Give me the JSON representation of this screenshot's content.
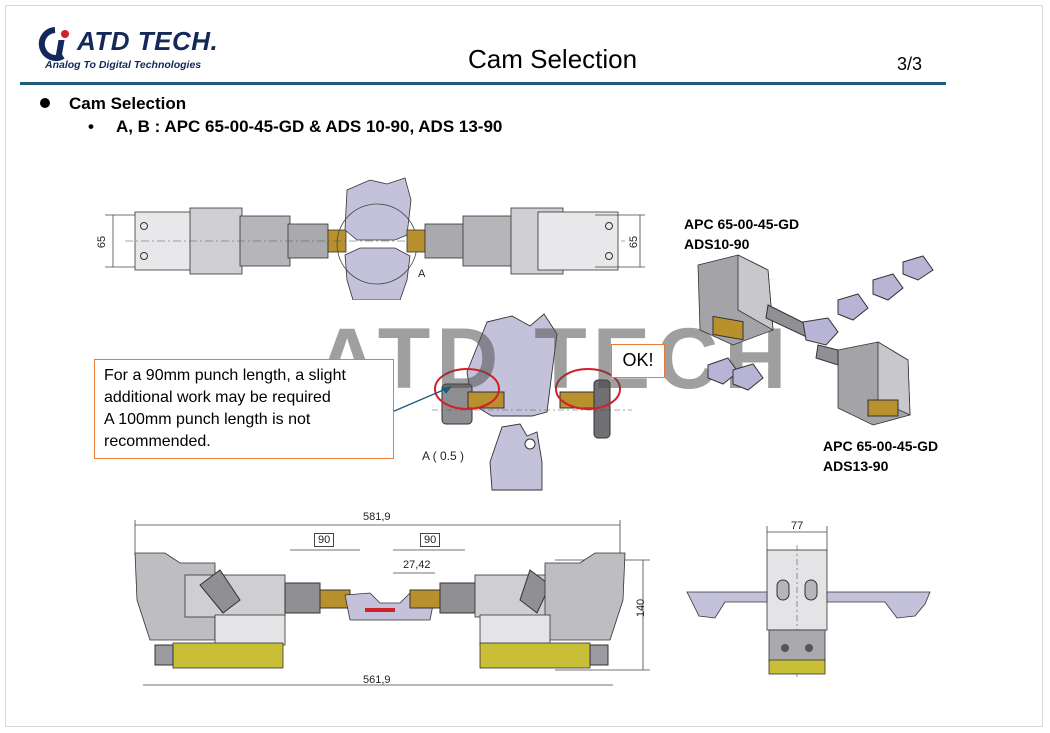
{
  "header": {
    "logo_text": "ATD TECH.",
    "logo_tagline": "Analog To Digital Technologies",
    "title": "Cam Selection",
    "page": "3/3"
  },
  "bullets": {
    "level1": "Cam Selection",
    "level2_marker": "•",
    "level2": "A, B :  APC 65-00-45-GD & ADS 10-90, ADS 13-90"
  },
  "labels": {
    "top_right_line1": "APC 65-00-45-GD",
    "top_right_line2": "ADS10-90",
    "bottom_right_line1": "APC 65-00-45-GD",
    "bottom_right_line2": "ADS13-90"
  },
  "note": {
    "line1": "For a 90mm punch length, a slight",
    "line2": "additional work may be required",
    "line3": "A 100mm punch length is not",
    "line4": "recommended."
  },
  "ok_label": "OK!",
  "watermark": "ATD TECH",
  "drawing": {
    "dim_65_left": "65",
    "dim_65_right": "65",
    "detail_ref": "A",
    "detail_scale": "A ( 0.5 )",
    "dim_overall_top": "581,9",
    "dim_overall_bottom": "561,9",
    "dim_90_left": "90",
    "dim_90_right": "90",
    "dim_gap": "27,42",
    "dim_height": "140",
    "dim_width": "77"
  },
  "colors": {
    "brand_navy": "#14285a",
    "rule_teal": "#1f5c7a",
    "callout_orange": "#e87b35",
    "highlight_red": "#d0202a",
    "part_gray": "#bdbdc2",
    "part_lavender": "#b8b4d6",
    "brass": "#b8902e",
    "yellow_block": "#c9bf36"
  }
}
